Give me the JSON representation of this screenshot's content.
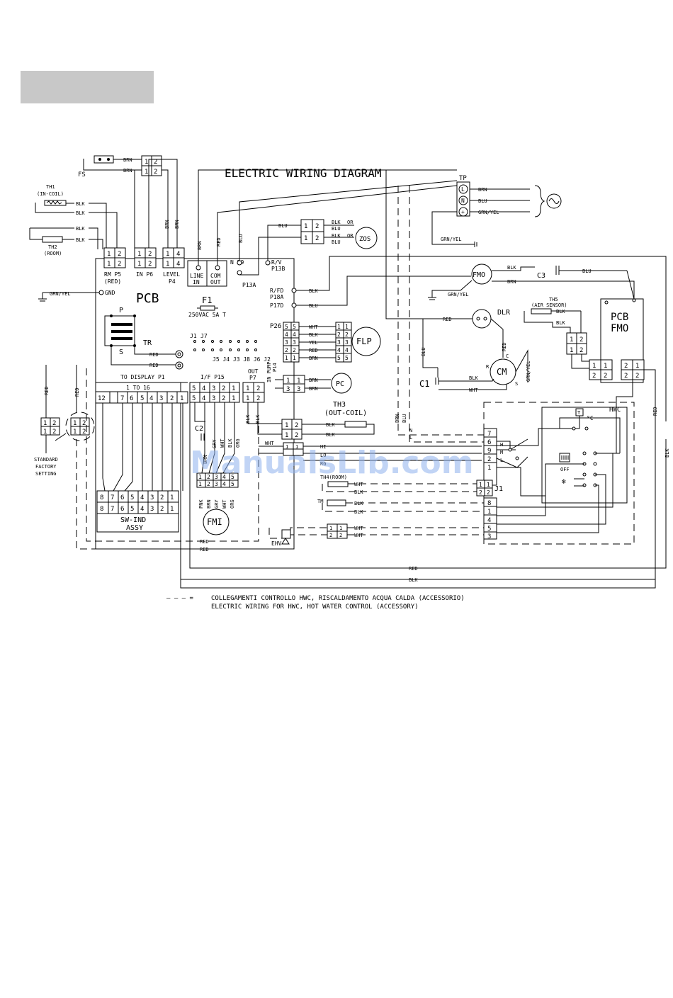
{
  "diagram": {
    "title": "ELECTRIC WIRING DIAGRAM",
    "watermark": "ManualsLib.com",
    "legend_line_1": "COLLEGAMENTI CONTROLLO HWC, RISCALDAMENTO ACQUA CALDA (ACCESSORIO)",
    "legend_line_2": "ELECTRIC WIRING FOR HWC, HOT WATER CONTROL (ACCESSORY)",
    "legend_symbol": "— — — =",
    "pcb": "PCB",
    "fs": "FS",
    "th1": "TH1",
    "th1_sub": "(IN-COIL)",
    "th2": "TH2",
    "th2_sub": "(ROOM)",
    "tp": "TP",
    "rm_p5": "RM P5",
    "rm_p5_sub": "(RED)",
    "in_p6": "IN P6",
    "level": "LEVEL",
    "level_p4": "P4",
    "line_in_1": "LINE",
    "line_in_2": "IN",
    "com_out_1": "COM",
    "com_out_2": "OUT",
    "gnd": "GND",
    "f1": "F1",
    "f1_rating": "250VAC 5A T",
    "p": "P",
    "s": "S",
    "tr": "TR",
    "j1": "J1",
    "j7": "J7",
    "jumpers": "J5 J4 J3 J8 J6 J2",
    "n_p9": "N P9",
    "p13a": "P13A",
    "rv_p13b_1": "R/V",
    "rv_p13b_2": "P13B",
    "p18a": "P18A",
    "p18a_pre": "R/FD",
    "p17d": "P17D",
    "p26": "P26",
    "flp": "FLP",
    "zos": "ZOS",
    "fmo": "FMO",
    "c3": "C3",
    "dlr": "DLR",
    "cm": "CM",
    "c1": "C1",
    "th5": "TH5",
    "th5_sub": "(AIR SENSOR)",
    "pcb_fmo_1": "PCB",
    "pcb_fmo_2": "FMO",
    "to_display": "TO DISPLAY P1",
    "one_to_16": "1 TO 16",
    "if_p15": "I/F P15",
    "out_p7_1": "OUT",
    "out_p7_2": "P7",
    "in_pump_1": "IN PUMP",
    "in_pump_2": "P14",
    "pc": "PC",
    "th3": "TH3",
    "th3_sub": "(OUT-COIL)",
    "c2": "C2",
    "fmi": "FMI",
    "sw_ind_1": "SW-IND",
    "sw_ind_2": "ASSY",
    "standard_1": "STANDARD",
    "standard_2": "FACTORY",
    "standard_3": "SETTING",
    "hwc": "HWC",
    "th4": "TH4(ROOM)",
    "tm": "TM",
    "ehv": "EHV",
    "j1_conn": "J1",
    "deg_c": "°C",
    "off": "OFF",
    "hi": "HI",
    "lo": "LO",
    "rg": "RG",
    "h": "H",
    "m": "M",
    "l": "L",
    "n": "N",
    "wire": {
      "brn": "BRN",
      "blk": "BLK",
      "blu": "BLU",
      "red": "RED",
      "wht": "WHT",
      "yel": "YEL",
      "or": "OR",
      "grnyel": "GRN/YEL",
      "gry": "GRY",
      "org": "ORG",
      "pnk": "PNK"
    }
  }
}
